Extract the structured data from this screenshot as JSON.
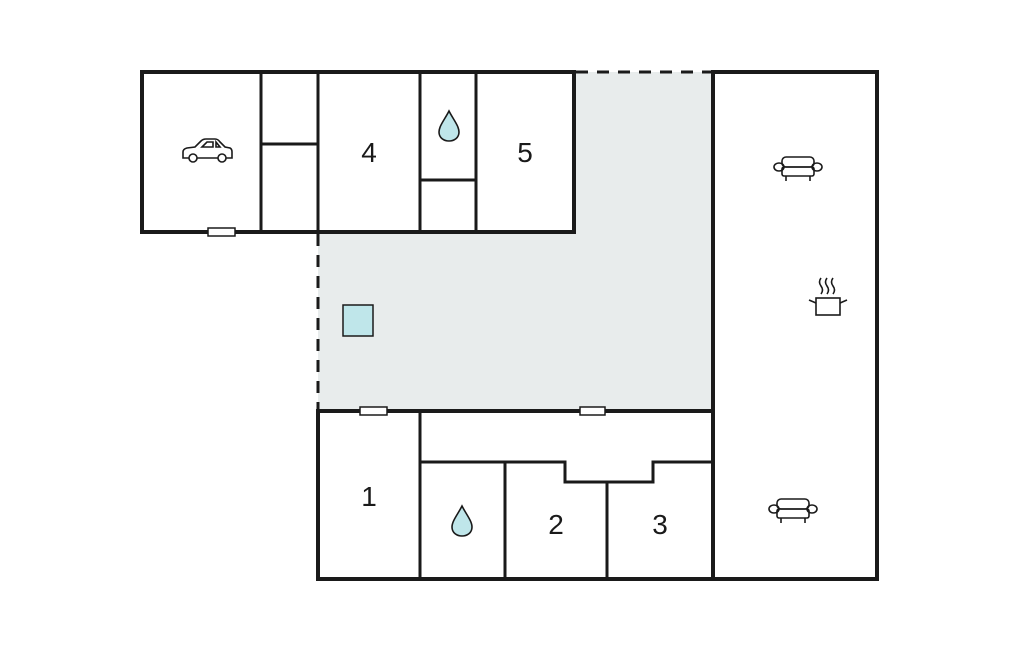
{
  "rooms": {
    "r1": "1",
    "r2": "2",
    "r3": "3",
    "r4": "4",
    "r5": "5"
  },
  "colors": {
    "courtyard": "#e8ecec",
    "water": "#bfe6ea",
    "pool": "#bfe6ea"
  },
  "icons": [
    "car-icon",
    "water-drop-icon",
    "sofa-icon",
    "cooking-pot-icon",
    "pool-icon"
  ]
}
